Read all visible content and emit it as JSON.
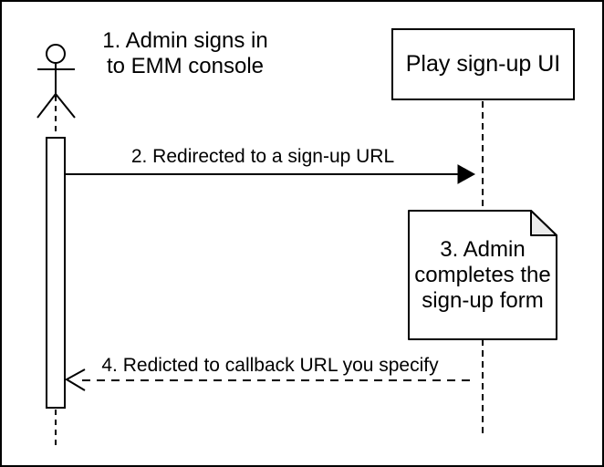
{
  "diagram_type": "uml-sequence",
  "colors": {
    "stroke": "#000000",
    "shape_fill": "#ffffff",
    "note_fold_fill": "#ebebeb",
    "background": "#ffffff"
  },
  "actor": {
    "label": {
      "line1": "1. Admin signs in",
      "line2": "to EMM console"
    }
  },
  "participant": {
    "label": "Play sign-up UI"
  },
  "messages": [
    {
      "label": "2. Redirected to a sign-up URL",
      "line_style": "solid",
      "arrowhead": "filled",
      "direction": "left-to-right"
    },
    {
      "label": "4. Redicted to callback URL you specify",
      "line_style": "dashed",
      "arrowhead": "open",
      "direction": "right-to-left"
    }
  ],
  "note": {
    "lines": [
      "3. Admin",
      "completes the",
      "sign-up form"
    ]
  }
}
